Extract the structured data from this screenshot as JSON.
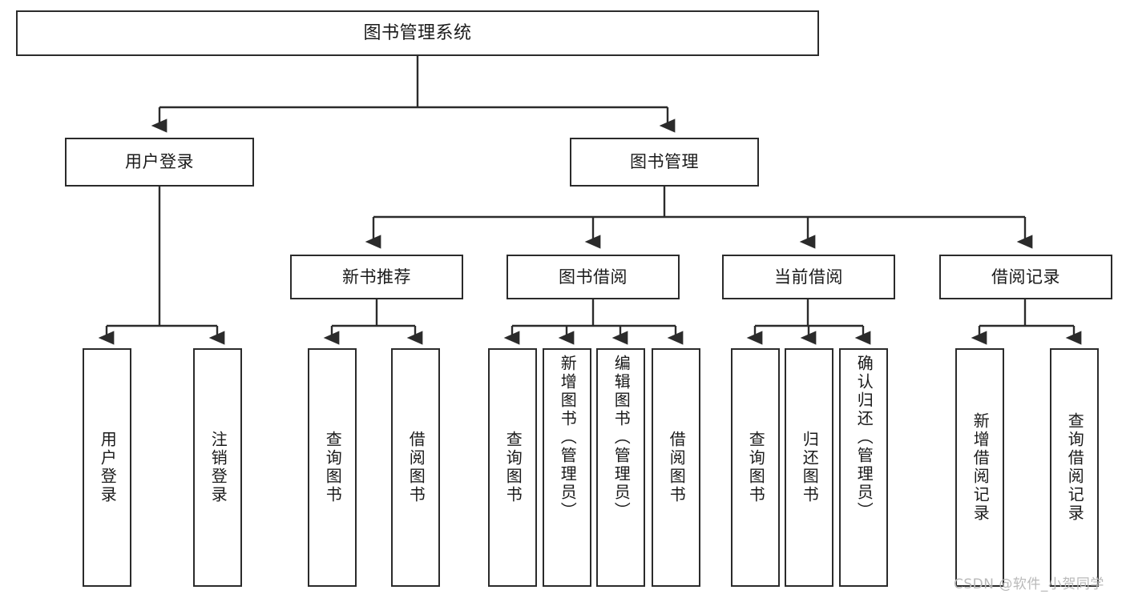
{
  "diagram": {
    "title": "图书管理系统",
    "type": "tree-hierarchy-chart",
    "watermark": "CSDN @软件_小贺同学",
    "colors": {
      "stroke": "#2b2b2b",
      "fill": "#ffffff",
      "text": "#1a1a1a",
      "watermark": "#b9b9b9"
    }
  },
  "nodes": {
    "root": {
      "label": "图书管理系统"
    },
    "level2": [
      {
        "id": "user-login",
        "label": "用户登录"
      },
      {
        "id": "book-manage",
        "label": "图书管理"
      }
    ],
    "level3": [
      {
        "id": "new-book-recommend",
        "label": "新书推荐"
      },
      {
        "id": "book-borrow",
        "label": "图书借阅"
      },
      {
        "id": "current-borrow",
        "label": "当前借阅"
      },
      {
        "id": "borrow-record",
        "label": "借阅记录"
      }
    ],
    "leaves": {
      "user-login": [
        {
          "id": "leaf-user-login",
          "label": "用户登录"
        },
        {
          "id": "leaf-logout-login",
          "label": "注销登录"
        }
      ],
      "new-book-recommend": [
        {
          "id": "leaf-query-book-1",
          "label": "查询图书"
        },
        {
          "id": "leaf-borrow-book-1",
          "label": "借阅图书"
        }
      ],
      "book-borrow": [
        {
          "id": "leaf-query-book-2",
          "label": "查询图书"
        },
        {
          "id": "leaf-add-book-admin",
          "label": "新增图书（管理员）"
        },
        {
          "id": "leaf-edit-book-admin",
          "label": "编辑图书（管理员）"
        },
        {
          "id": "leaf-borrow-book-2",
          "label": "借阅图书"
        }
      ],
      "current-borrow": [
        {
          "id": "leaf-query-book-3",
          "label": "查询图书"
        },
        {
          "id": "leaf-return-book",
          "label": "归还图书"
        },
        {
          "id": "leaf-confirm-return-admin",
          "label": "确认归还（管理员）"
        }
      ],
      "borrow-record": [
        {
          "id": "leaf-add-borrow-record",
          "label": "新增借阅记录"
        },
        {
          "id": "leaf-query-borrow-record",
          "label": "查询借阅记录"
        }
      ]
    }
  }
}
